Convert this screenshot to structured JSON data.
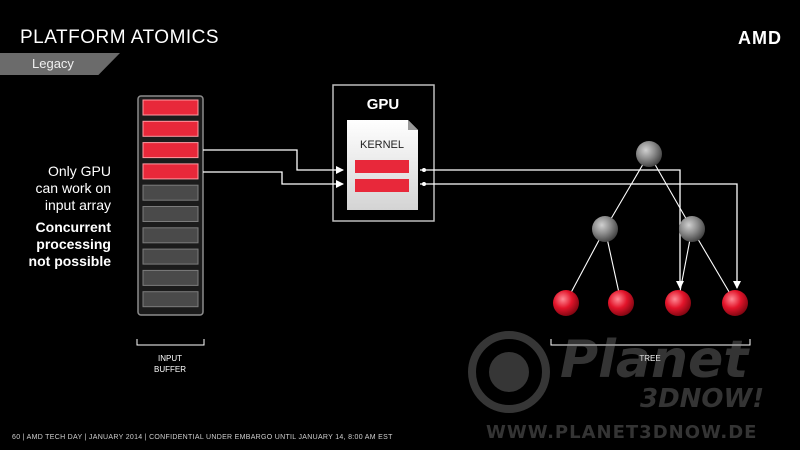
{
  "slide": {
    "title": "PLATFORM ATOMICS",
    "subtitle": "Legacy",
    "logo": "AMD",
    "left_text_line1": "Only GPU",
    "left_text_line2": "can work on",
    "left_text_line3": "input array",
    "left_bold_line1": "Concurrent",
    "left_bold_line2": "processing",
    "left_bold_line3": "not possible",
    "gpu_label": "GPU",
    "kernel_label": "KERNEL",
    "input_buffer_line1": "INPUT",
    "input_buffer_line2": "BUFFER",
    "tree_label": "TREE",
    "footer": "60  |  AMD TECH DAY  |  JANUARY 2014  |  CONFIDENTIAL UNDER EMBARGO UNTIL JANUARY 14, 8:00 AM EST"
  },
  "watermark": {
    "line1": "Planet",
    "line2": "3DNOW!",
    "line3": "WWW.PLANET3DNOW.DE"
  },
  "colors": {
    "red": "#e8283a",
    "gray_cell": "#4a4a4a",
    "node_gray": "#8a8a8a"
  }
}
